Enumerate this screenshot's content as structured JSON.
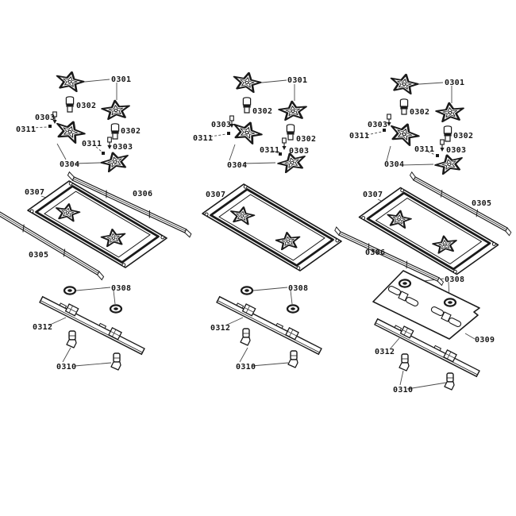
{
  "canvas": {
    "background": "#ffffff",
    "line_ink": "#1a1a1a",
    "label_ink": "#161616"
  },
  "diagram": {
    "columns": [
      {
        "id": "assembly-variant-1",
        "labels": {
          "p0301": "0301",
          "p0302": "0302",
          "p0303": "0303",
          "p0304": "0304",
          "p0305": "0305",
          "p0306": "0306",
          "p0307": "0307",
          "p0308": "0308",
          "p0310": "0310",
          "p0311": "0311",
          "p0312": "0312"
        }
      },
      {
        "id": "assembly-variant-2",
        "labels": {
          "p0301": "0301",
          "p0302": "0302",
          "p0303": "0303",
          "p0304": "0304",
          "p0307": "0307",
          "p0308": "0308",
          "p0310": "0310",
          "p0311": "0311",
          "p0312": "0312"
        }
      },
      {
        "id": "assembly-variant-3",
        "labels": {
          "p0301": "0301",
          "p0302": "0302",
          "p0303": "0303",
          "p0304": "0304",
          "p0305": "0305",
          "p0306": "0306",
          "p0307": "0307",
          "p0308": "0308",
          "p0309": "0309",
          "p0310": "0310",
          "p0311": "0311",
          "p0312": "0312"
        }
      }
    ]
  }
}
